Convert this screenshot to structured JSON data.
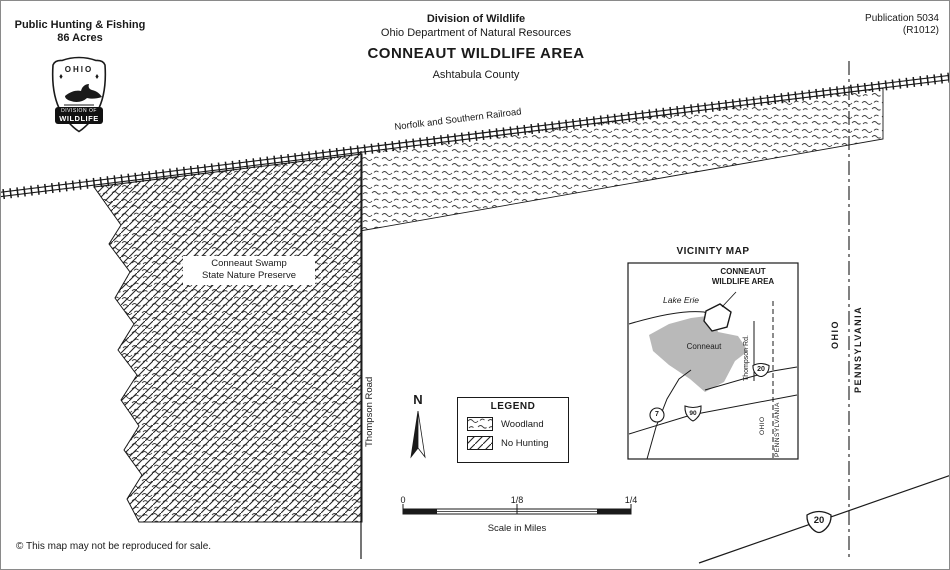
{
  "header": {
    "left": {
      "line1": "Public Hunting & Fishing",
      "line2": "86 Acres"
    },
    "center": {
      "division": "Division of Wildlife",
      "department": "Ohio Department of Natural Resources",
      "title": "CONNEAUT WILDLIFE AREA",
      "county": "Ashtabula County"
    },
    "right": {
      "line1": "Publication 5034",
      "line2": "(R1012)"
    }
  },
  "badge": {
    "state": "OHIO",
    "banner_line1": "DIVISION OF",
    "banner_line2": "WILDLIFE"
  },
  "map": {
    "railroad_label": "Norfolk and Southern Railroad",
    "preserve": {
      "line1": "Conneaut Swamp",
      "line2": "State Nature Preserve"
    },
    "road_label": "Thompson Road",
    "state_left": "OHIO",
    "state_right": "PENNSYLVANIA",
    "route20": "20"
  },
  "north": {
    "label": "N"
  },
  "legend": {
    "title": "LEGEND",
    "items": [
      {
        "label": "Woodland"
      },
      {
        "label": "No Hunting"
      }
    ]
  },
  "vicinity": {
    "title": "VICINITY MAP",
    "area_line1": "CONNEAUT",
    "area_line2": "WILDLIFE AREA",
    "lake": "Lake Erie",
    "city": "Conneaut",
    "road_label": "Thompson Rd.",
    "state_left": "OHIO",
    "state_right": "PENNSYLVANIA",
    "route20": "20",
    "route7": "7",
    "interstate90": "90"
  },
  "scale": {
    "tick0": "0",
    "tick1": "1/8",
    "tick2": "1/4",
    "caption": "Scale in Miles"
  },
  "footer": {
    "copyright": "© This map may not be reproduced for sale."
  },
  "colors": {
    "ink": "#1a1a1a",
    "city_gray": "#b9b9b9",
    "paper": "#ffffff"
  }
}
